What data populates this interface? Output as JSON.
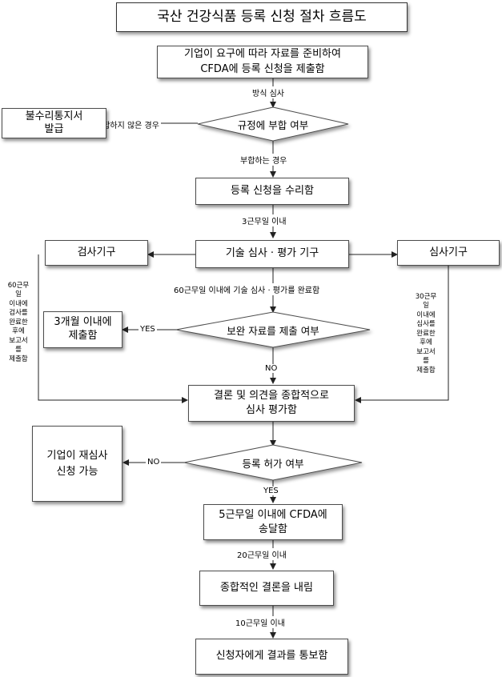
{
  "title": "국산 건강식품 등록 신청 절차 흐름도",
  "boxes": {
    "submit": [
      "기업이 요구에 따라 자료를 준비하여",
      "CFDA에 등록 신청을 제출함"
    ],
    "rejection_notice": [
      "불수리통지서",
      "발급"
    ],
    "accept": "등록 신청을 수리함",
    "tech_review": "기술 심사 · 평가 기구",
    "inspection_agency": "검사기구",
    "review_agency": "심사기구",
    "within_3_months": [
      "3개월 이내에",
      "제출함"
    ],
    "comprehensive": [
      "결론 및 의견을 종합적으로",
      "심사 평가함"
    ],
    "reapply": [
      "기업이 재심사",
      "신청 가능"
    ],
    "send_cfda": [
      "5근무일 이내에 CFDA에",
      "송달함"
    ],
    "conclusion": "종합적인 결론을 내림",
    "notify": "신청자에게 결과를 통보함"
  },
  "decisions": {
    "compliance": "규정에 부합 여부",
    "supplement": "보완 자료를 제출 여부",
    "approval": "등록 허가 여부"
  },
  "edge_labels": {
    "formal_review": "방식 심사",
    "not_compliant": "부합하지 않은 경우",
    "compliant": "부합하는 경우",
    "within_3_days": "3근무일 이내",
    "within_60_days_tech": "60근무일 이내에 기술 심사 · 평가를 완료함",
    "yes_supplement": "YES",
    "no_supplement": "NO",
    "no_approval": "NO",
    "yes_approval": "YES",
    "within_20_days": "20근무일 이내",
    "within_10_days": "10근무일 이내",
    "inspection_60": "60근무\n일\n이내에\n검사를\n완료한\n후에\n보고서\n를\n제출함",
    "review_30": "30근무\n일\n이내에\n심사를\n완료한\n후에\n보고서\n를\n제출함"
  }
}
